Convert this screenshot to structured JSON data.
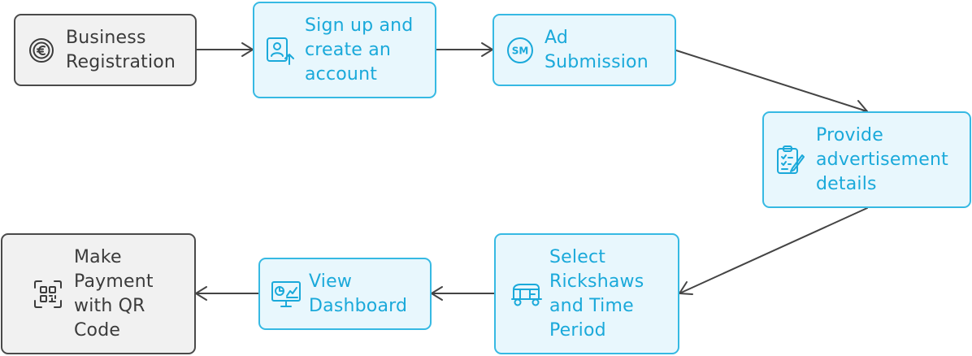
{
  "colors": {
    "accent": "#36b9e3",
    "accent_text": "#1aa9da",
    "accent_fill": "#e8f7fd",
    "neutral_border": "#4a4a4a",
    "neutral_fill": "#f1f1f1",
    "arrow": "#444444"
  },
  "nodes": {
    "business_registration": {
      "line1": "Business",
      "line2": "Registration",
      "icon": "euro-coin-icon"
    },
    "sign_up": {
      "line1": "Sign up and",
      "line2": "create an",
      "line3": "account",
      "icon": "user-upload-icon"
    },
    "ad_submission": {
      "line1": "Ad",
      "line2": "Submission",
      "icon": "sm-badge-icon"
    },
    "provide_details": {
      "line1": "Provide",
      "line2": "advertisement",
      "line3": "details",
      "icon": "clipboard-edit-icon"
    },
    "select_rickshaws": {
      "line1": "Select",
      "line2": "Rickshaws",
      "line3": "and Time",
      "line4": "Period",
      "icon": "rickshaw-icon"
    },
    "view_dashboard": {
      "line1": "View",
      "line2": "Dashboard",
      "icon": "monitor-chart-icon"
    },
    "make_payment": {
      "line1": "Make",
      "line2": "Payment",
      "line3": "with QR",
      "line4": "Code",
      "icon": "qr-scan-icon"
    }
  },
  "edges": [
    {
      "from": "Business Registration",
      "to": "Sign up and create an account"
    },
    {
      "from": "Sign up and create an account",
      "to": "Ad Submission"
    },
    {
      "from": "Ad Submission",
      "to": "Provide advertisement details"
    },
    {
      "from": "Provide advertisement details",
      "to": "Select Rickshaws and Time Period"
    },
    {
      "from": "Select Rickshaws and Time Period",
      "to": "View Dashboard"
    },
    {
      "from": "View Dashboard",
      "to": "Make Payment with QR Code"
    }
  ]
}
